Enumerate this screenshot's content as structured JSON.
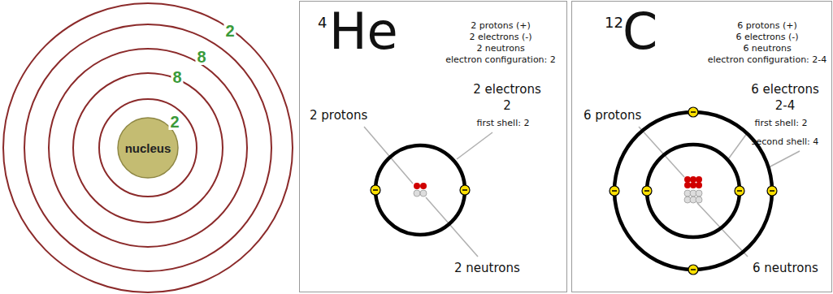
{
  "diagram": {
    "nodes": [
      {
        "text": [
          "nucleus"
        ]
      },
      {
        "text": [
          "4",
          "He",
          "2 protons (+)",
          "2 electrons (-)",
          "2 neutrons",
          "electron configuration: 2",
          "2 electrons",
          "2",
          "first shell: 2",
          "2 protons",
          "2 neutrons"
        ]
      },
      {
        "text": [
          "12",
          "C",
          "6 protons (+)",
          "6 electrons (-)",
          "6 neutrons",
          "electron configuration: 2-4",
          "6 electrons",
          "2-4",
          "first shell: 2",
          "second shell: 4",
          "6 protons",
          "6 neutrons"
        ]
      }
    ],
    "labels": [
      "2",
      "8",
      "8",
      "2"
    ]
  }
}
